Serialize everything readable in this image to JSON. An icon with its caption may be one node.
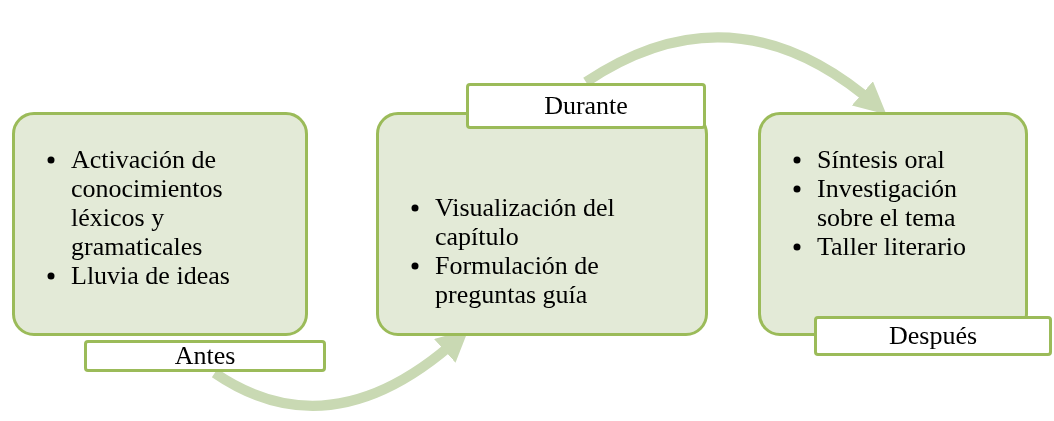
{
  "diagram": {
    "nodes": [
      {
        "text": [
          "Activación de conocimientos léxicos y gramaticales",
          "Lluvia de ideas"
        ]
      },
      {
        "text": [
          "Antes"
        ]
      },
      {
        "text": [
          "Visualización del capítulo",
          "Formulación de preguntas guía"
        ]
      },
      {
        "text": [
          "Durante"
        ]
      },
      {
        "text": [
          "Síntesis oral",
          "Investigación sobre el tema",
          "Taller literario"
        ]
      },
      {
        "text": [
          "Después"
        ]
      }
    ],
    "edges": [
      {
        "from": 1,
        "to": 2,
        "arrow": "to"
      },
      {
        "from": 3,
        "to": 4,
        "arrow": "to"
      }
    ]
  }
}
